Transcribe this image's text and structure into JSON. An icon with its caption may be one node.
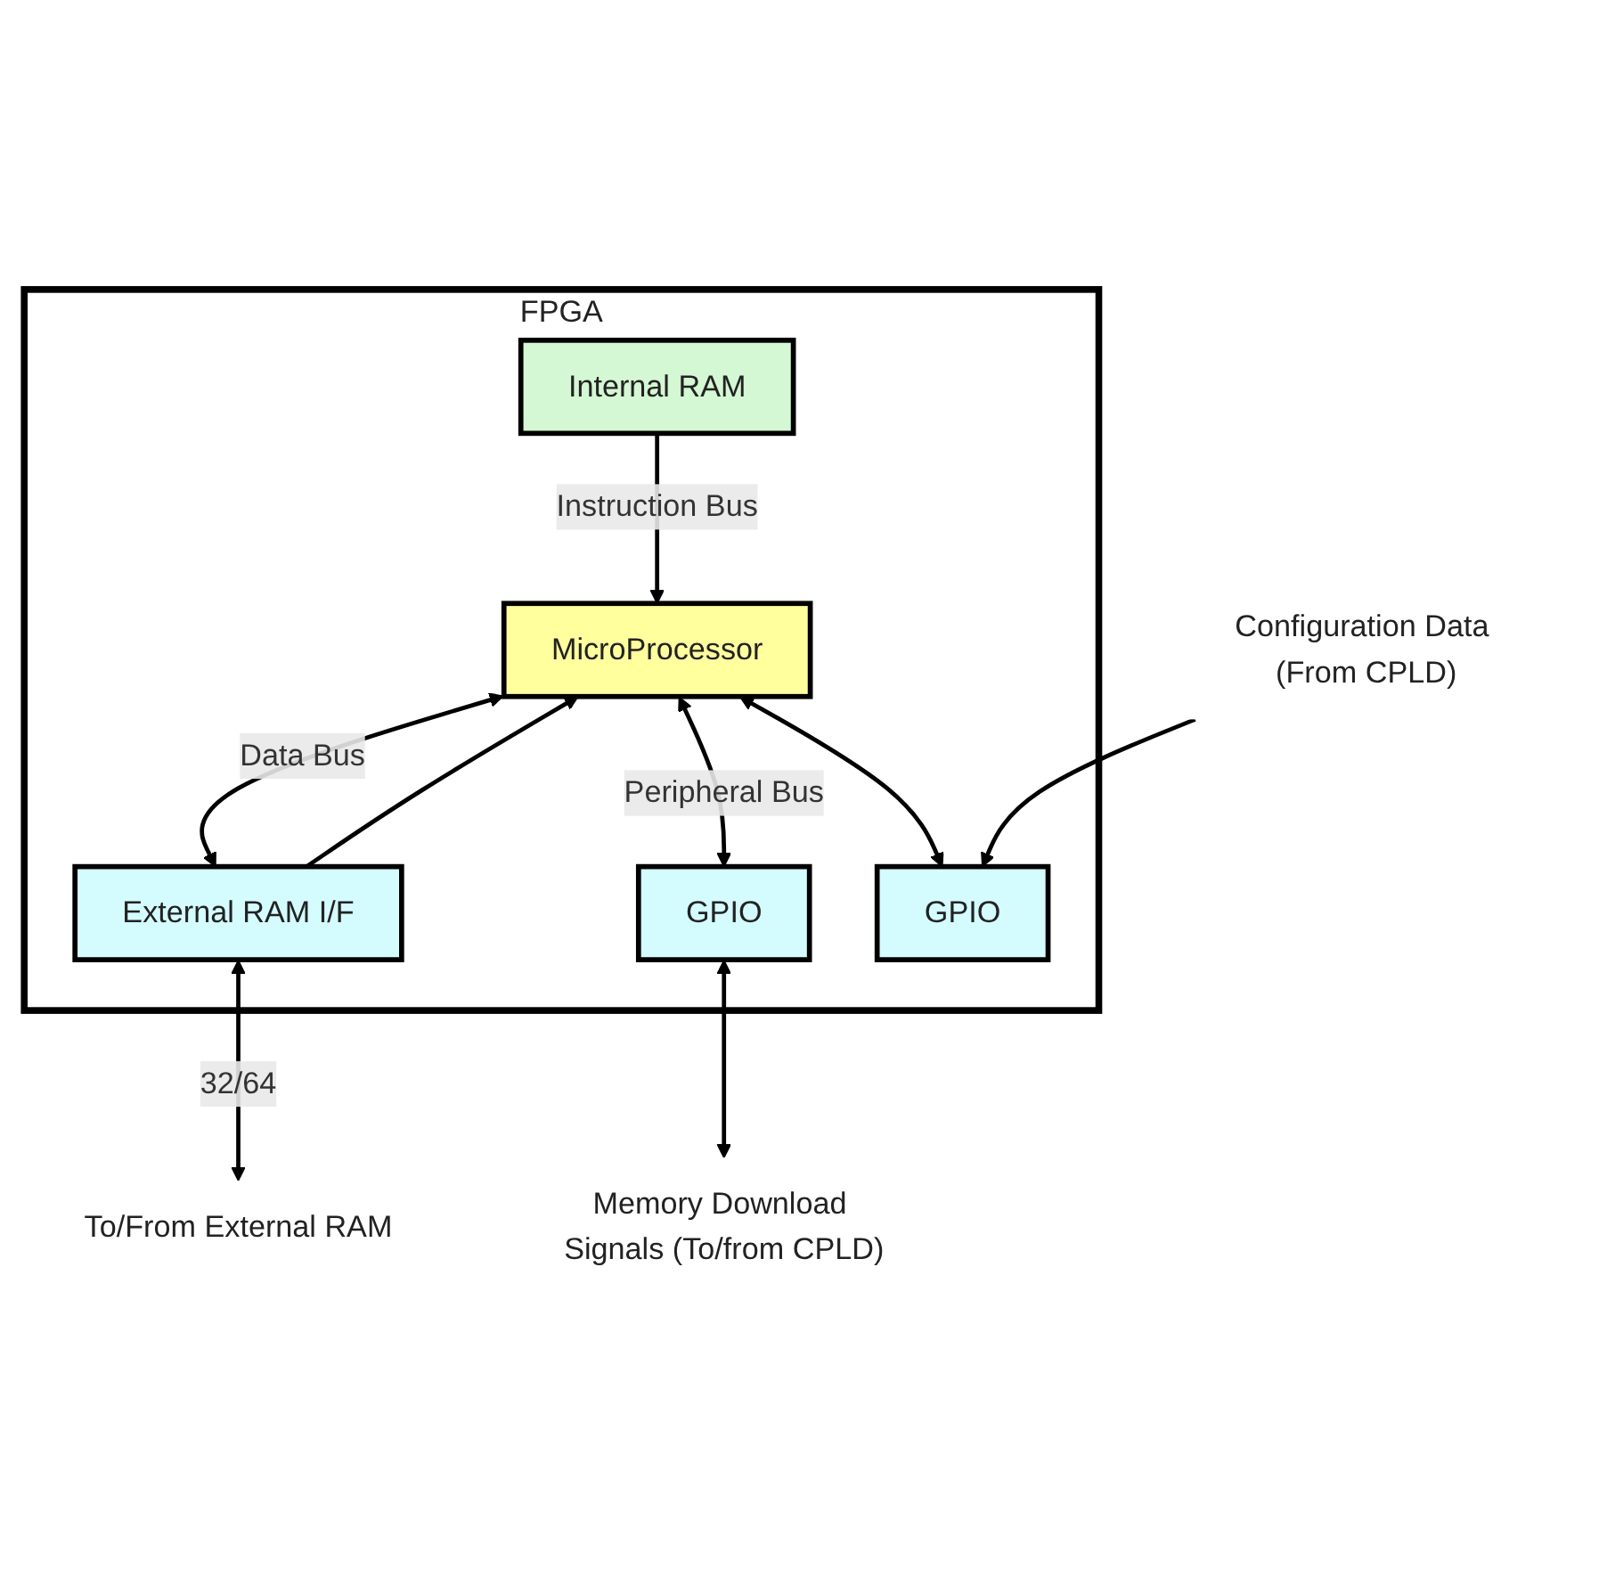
{
  "diagram": {
    "nodes": [
      {
        "text": [
          "FPGA"
        ]
      },
      {
        "text": [
          "Internal RAM"
        ],
        "in": 0
      },
      {
        "text": [
          "External RAM I/F"
        ],
        "in": 0
      },
      {
        "text": [
          "MicroProcessor"
        ],
        "in": 0
      },
      {
        "text": [
          "GPIO"
        ],
        "in": 0
      },
      {
        "text": [
          "GPIO"
        ],
        "in": 0
      },
      {
        "text": [
          "To/From External RAM"
        ]
      },
      {
        "text": [
          "Memory Download Signals (To/from CPLD)"
        ]
      },
      {
        "text": [
          "Configuration Data (From CPLD)"
        ]
      }
    ],
    "edges": [
      {
        "from": 2,
        "to": 6,
        "arrow": "both",
        "label": "32/64"
      },
      {
        "from": 1,
        "to": 3,
        "arrow": "to",
        "label": "Instruction Bus"
      },
      {
        "from": 2,
        "to": 3,
        "arrow": "to"
      },
      {
        "from": 3,
        "to": 2,
        "arrow": "both",
        "label": "Data Bus"
      },
      {
        "from": 3,
        "to": 4,
        "arrow": "both",
        "label": "Peripheral Bus"
      },
      {
        "from": 3,
        "to": 5,
        "arrow": "both"
      },
      {
        "from": 4,
        "to": 7,
        "arrow": "both"
      },
      {
        "from": 8,
        "to": 5,
        "arrow": "to"
      }
    ]
  }
}
